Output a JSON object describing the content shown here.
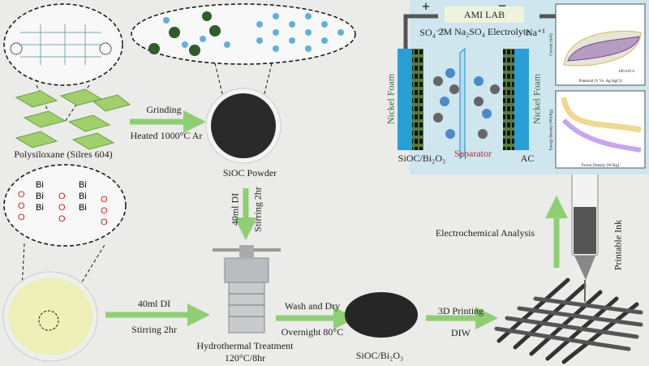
{
  "labels": {
    "polysiloxane": "Polysiloxane (Silres 604)",
    "grinding": "Grinding",
    "heated": "Heated 1000°C Ar",
    "sioc_powder": "SiOC Powder",
    "di_vertical": "40ml DI",
    "stir_vertical": "Stirring 2hr",
    "di_horizontal": "40ml DI",
    "stir_horizontal": "Stirring 2hr",
    "hydrothermal": "Hydrothermal Treatment",
    "hydro_cond": "120°C/8hr",
    "wash": "Wash and Dry",
    "overnight": "Overnight 80°C",
    "composite": "SiOC/Bi₂O₃",
    "printing": "3D Printing",
    "diw": "DIW",
    "printable_ink": "Printable Ink",
    "electrochem": "Electrochemical Analysis"
  },
  "cell": {
    "lab": "AMI LAB",
    "plus": "+",
    "minus": "−",
    "electrolyte": "2M Na₂SO₄ Electrolyte",
    "anion": "SO₄⁻²",
    "cation": "Na⁺¹",
    "left_foam": "Nickel Foam",
    "right_foam": "Nickel Foam",
    "left_electrode": "SiOC/Bi₂O₃",
    "separator": "Separator",
    "right_electrode": "AC",
    "cv_scan": "100 mV/s",
    "cv_xlabel": "Potential (V Vs. Ag/AgCl)",
    "cv_ylabel": "Current (mA)",
    "rag_xlabel": "Power Density (W/Kg)",
    "rag_ylabel": "Energy Density (Wh/Kg)"
  },
  "molecule": {
    "bi": "Bi",
    "o": "O"
  },
  "colors": {
    "arrow": "#8fcf73",
    "oxygen": "#d42020",
    "separator_text": "#b03030",
    "cell_bg": "#cfe6ef"
  }
}
